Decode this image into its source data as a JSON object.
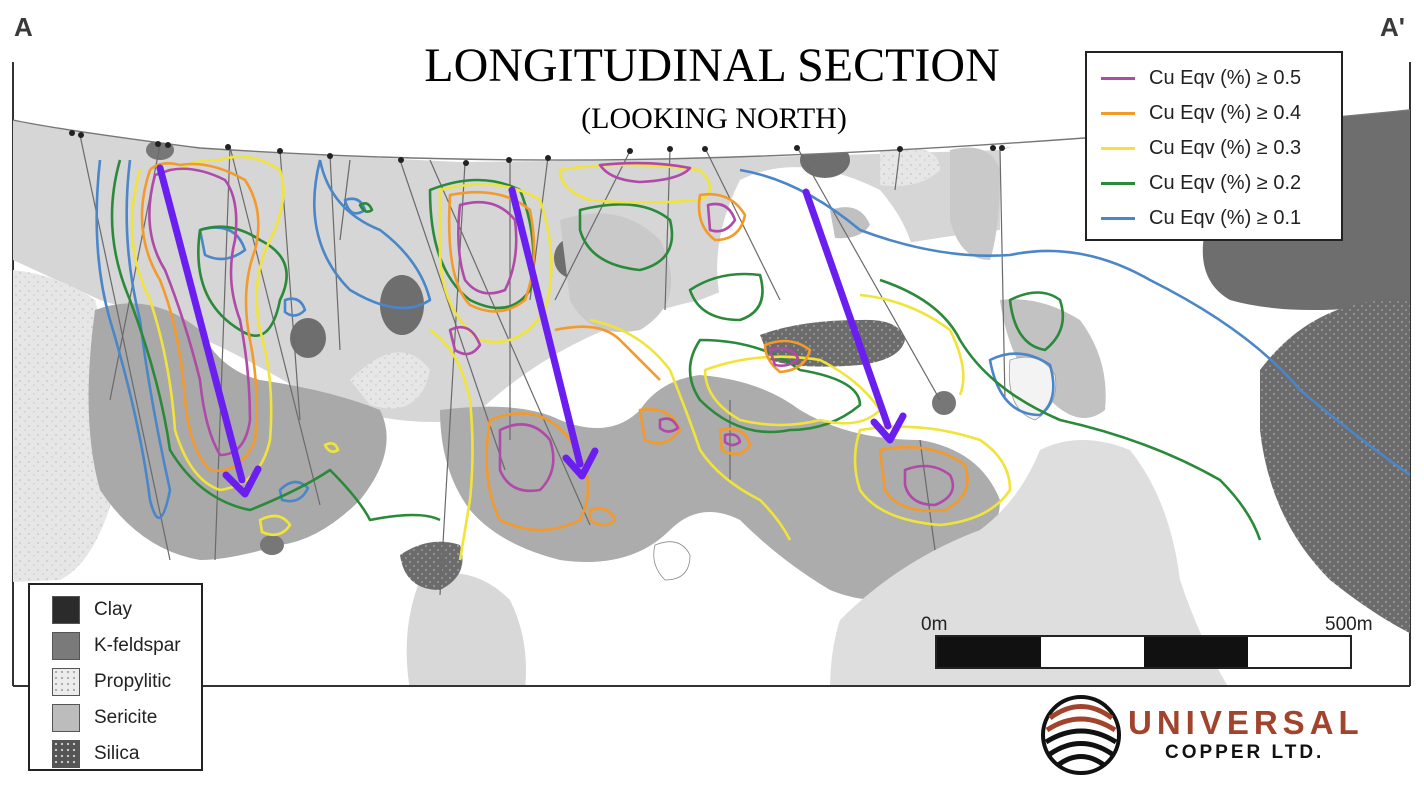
{
  "corners": {
    "left": "A",
    "right": "A'"
  },
  "title": "LONGITUDINAL SECTION",
  "subtitle": "(LOOKING NORTH)",
  "contour_legend": [
    {
      "label": "Cu Eqv (%) ≥ 0.5",
      "color": "#b04aa8"
    },
    {
      "label": "Cu Eqv (%) ≥ 0.4",
      "color": "#f39a2b"
    },
    {
      "label": "Cu Eqv (%) ≥ 0.3",
      "color": "#f0e43a"
    },
    {
      "label": "Cu Eqv (%) ≥ 0.2",
      "color": "#2a8a3a"
    },
    {
      "label": "Cu Eqv (%) ≥ 0.1",
      "color": "#4a86c8"
    }
  ],
  "alteration_legend": [
    {
      "label": "Clay",
      "color": "#2b2b2b",
      "pattern": "solid"
    },
    {
      "label": "K-feldspar",
      "color": "#7a7a7a",
      "pattern": "solid"
    },
    {
      "label": "Propylitic",
      "color": "#ececec",
      "pattern": "dots"
    },
    {
      "label": "Sericite",
      "color": "#bcbcbc",
      "pattern": "solid"
    },
    {
      "label": "Silica",
      "color": "#555555",
      "pattern": "dots"
    }
  ],
  "scale_bar": {
    "start_label": "0m",
    "end_label": "500m"
  },
  "arrow_color": "#6a1ff0",
  "logo": {
    "name": "UNIVERSAL",
    "tagline": "COPPER LTD.",
    "accent": "#a2432c"
  }
}
